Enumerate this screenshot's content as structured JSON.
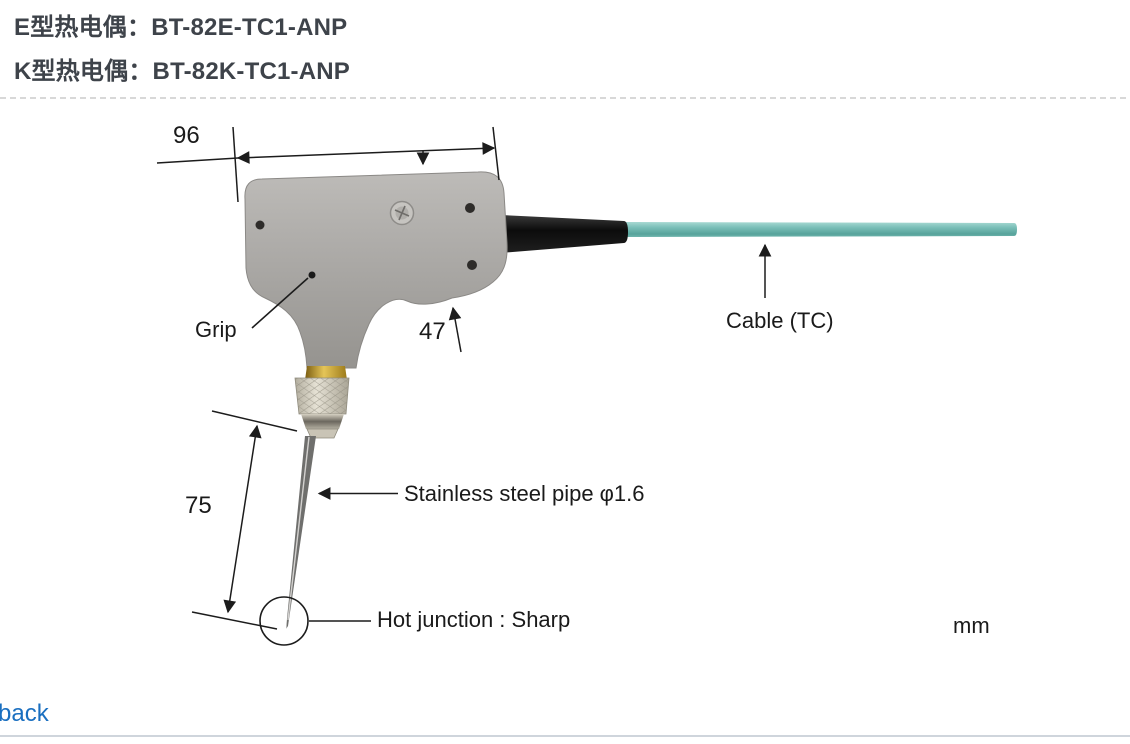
{
  "header": {
    "model_e": "E型热电偶：BT-82E-TC1-ANP",
    "model_k": "K型热电偶：BT-82K-TC1-ANP"
  },
  "diagram": {
    "dim_grip_width_mm": "96",
    "dim_grip_height_mm": "47",
    "dim_probe_length_mm": "75",
    "grip_label": "Grip",
    "cable_label": "Cable (TC)",
    "pipe_label": "Stainless steel pipe φ1.6",
    "hot_junction_label": "Hot junction : Sharp",
    "unit_label": "mm"
  },
  "footer": {
    "back_label": "back"
  },
  "colors": {
    "cable_teal": "#6fb5ae",
    "grip_gray": "#a9a7a4",
    "brass_gold": "#c09a33",
    "boot_black": "#141414",
    "link_blue": "#1a6fc0",
    "header_text": "#3e434a",
    "diagram_text": "#1a1a1a"
  }
}
